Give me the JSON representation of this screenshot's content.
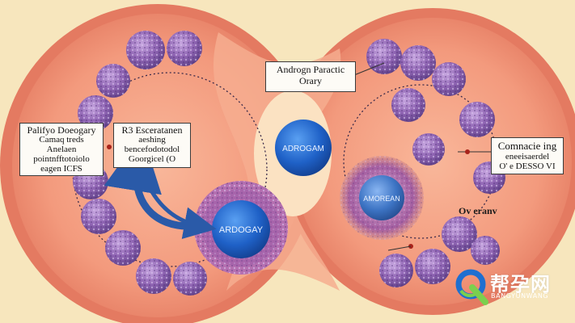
{
  "labels": {
    "top_center": [
      "Androgn Paractic",
      "Orary"
    ],
    "left": [
      "Palifyo Doeogary",
      "Camaq treds",
      "Anelaen",
      "pointnfftotoiolo",
      "eagen ICFS"
    ],
    "left_inner": [
      "R3 Esceratanen",
      "aeshing",
      "bencefodotodol",
      "Goorgicel (O"
    ],
    "right": [
      "Comnacie ing",
      "eneeisaerdel",
      "O' e DESSO VI"
    ],
    "right_lower": "Ov eranv"
  },
  "nuclei": {
    "center": "ADROGAM",
    "bottom_left": "ARDOGAY",
    "right": "AMOREAN"
  },
  "watermark": {
    "chinese": "帮孕网",
    "english": "BANGYUNWANG"
  },
  "colors": {
    "background": "#f7e6bd",
    "tissue": "#f0977a",
    "tissue_light": "#f7b598",
    "cell": "#8a60ad",
    "nucleus": "#1e5fc6",
    "arrow": "#2a5aa8",
    "logo_blue": "#1e6fd0",
    "logo_green": "#7bd04e"
  }
}
